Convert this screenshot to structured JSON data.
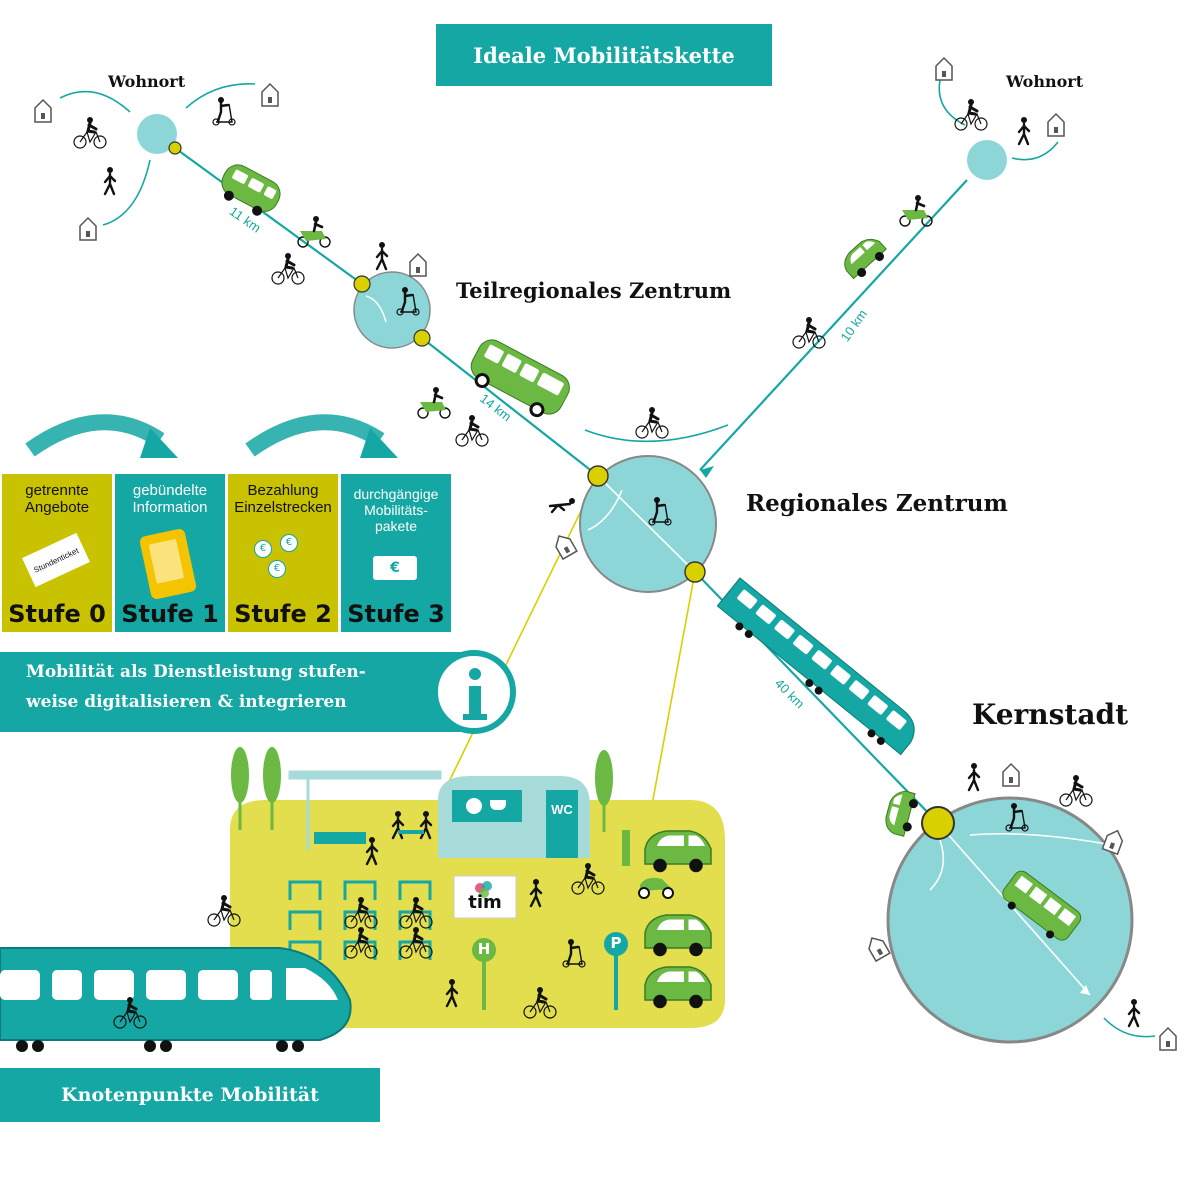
{
  "title": "Ideale Mobilitätskette",
  "places": {
    "wohnort_left": "Wohnort",
    "wohnort_right": "Wohnort",
    "teilregional": "Teilregionales Zentrum",
    "regional": "Regionales Zentrum",
    "kernstadt": "Kernstadt"
  },
  "distances": {
    "d1": "11 km",
    "d2": "14 km",
    "d3": "10 km",
    "d4": "40 km"
  },
  "stages": [
    {
      "text": "getrennte Angebote",
      "label": "Stufe 0",
      "icon": "ticket-icon",
      "ticket_text": "Stundenticket"
    },
    {
      "text": "gebündelte Information",
      "label": "Stufe 1",
      "icon": "smartphone-icon"
    },
    {
      "text": "Bezahlung Einzelstrecken",
      "label": "Stufe 2",
      "icon": "coins-icon",
      "coin_symbol": "€"
    },
    {
      "text": "durchgängige Mobilitäts-pakete",
      "label": "Stufe 3",
      "icon": "euro-card-icon",
      "card_symbol": "€"
    }
  ],
  "info_banner": {
    "line1": "Mobilität als Dienstleistung stufen-",
    "line2": "weise digitalisieren & integrieren",
    "icon": "info-icon"
  },
  "hub": {
    "wc": "WC",
    "tim": "tim",
    "bus_stop": "H",
    "parking": "P"
  },
  "footer": "Knotenpunkte Mobilität",
  "colors": {
    "teal": "#14a7a3",
    "light_teal": "#8dd6d8",
    "olive": "#c9c200",
    "yellow_area": "#e3de4e",
    "green": "#6bb843",
    "node_yellow": "#d9d000"
  }
}
